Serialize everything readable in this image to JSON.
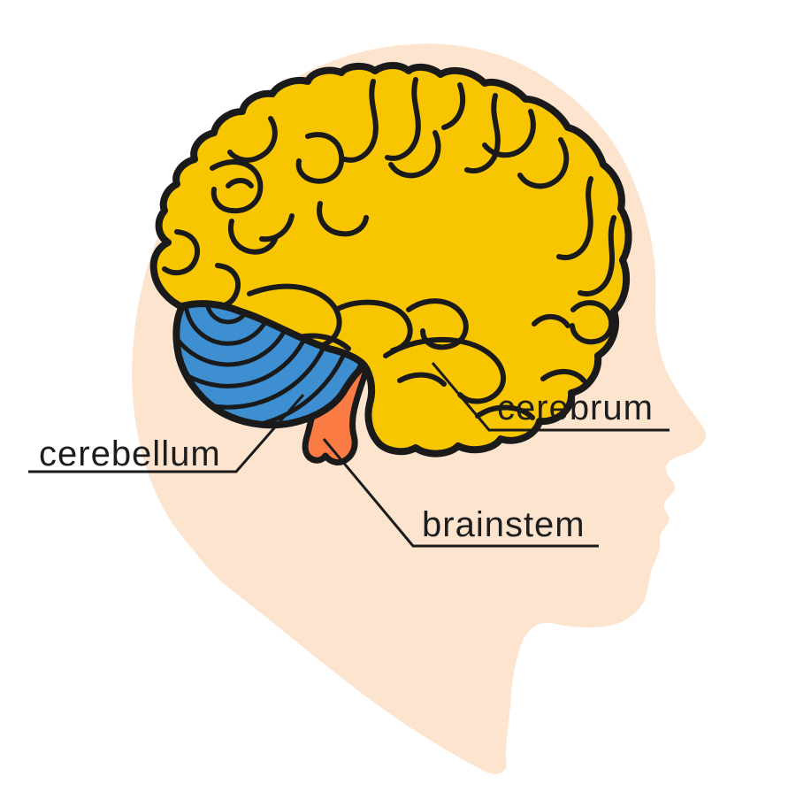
{
  "labels": {
    "cerebellum": {
      "text": "cerebellum"
    },
    "cerebrum": {
      "text": "cerebrum"
    },
    "brainstem": {
      "text": "brainstem"
    }
  },
  "colors": {
    "background": "#FFFFFF",
    "head": "#FCE4CF",
    "cerebrum": "#F8C601",
    "cerebellum": "#3D8FD1",
    "brainstem": "#FB7B45",
    "outline": "#1A1A1A",
    "label_text": "#1D1D1D"
  }
}
